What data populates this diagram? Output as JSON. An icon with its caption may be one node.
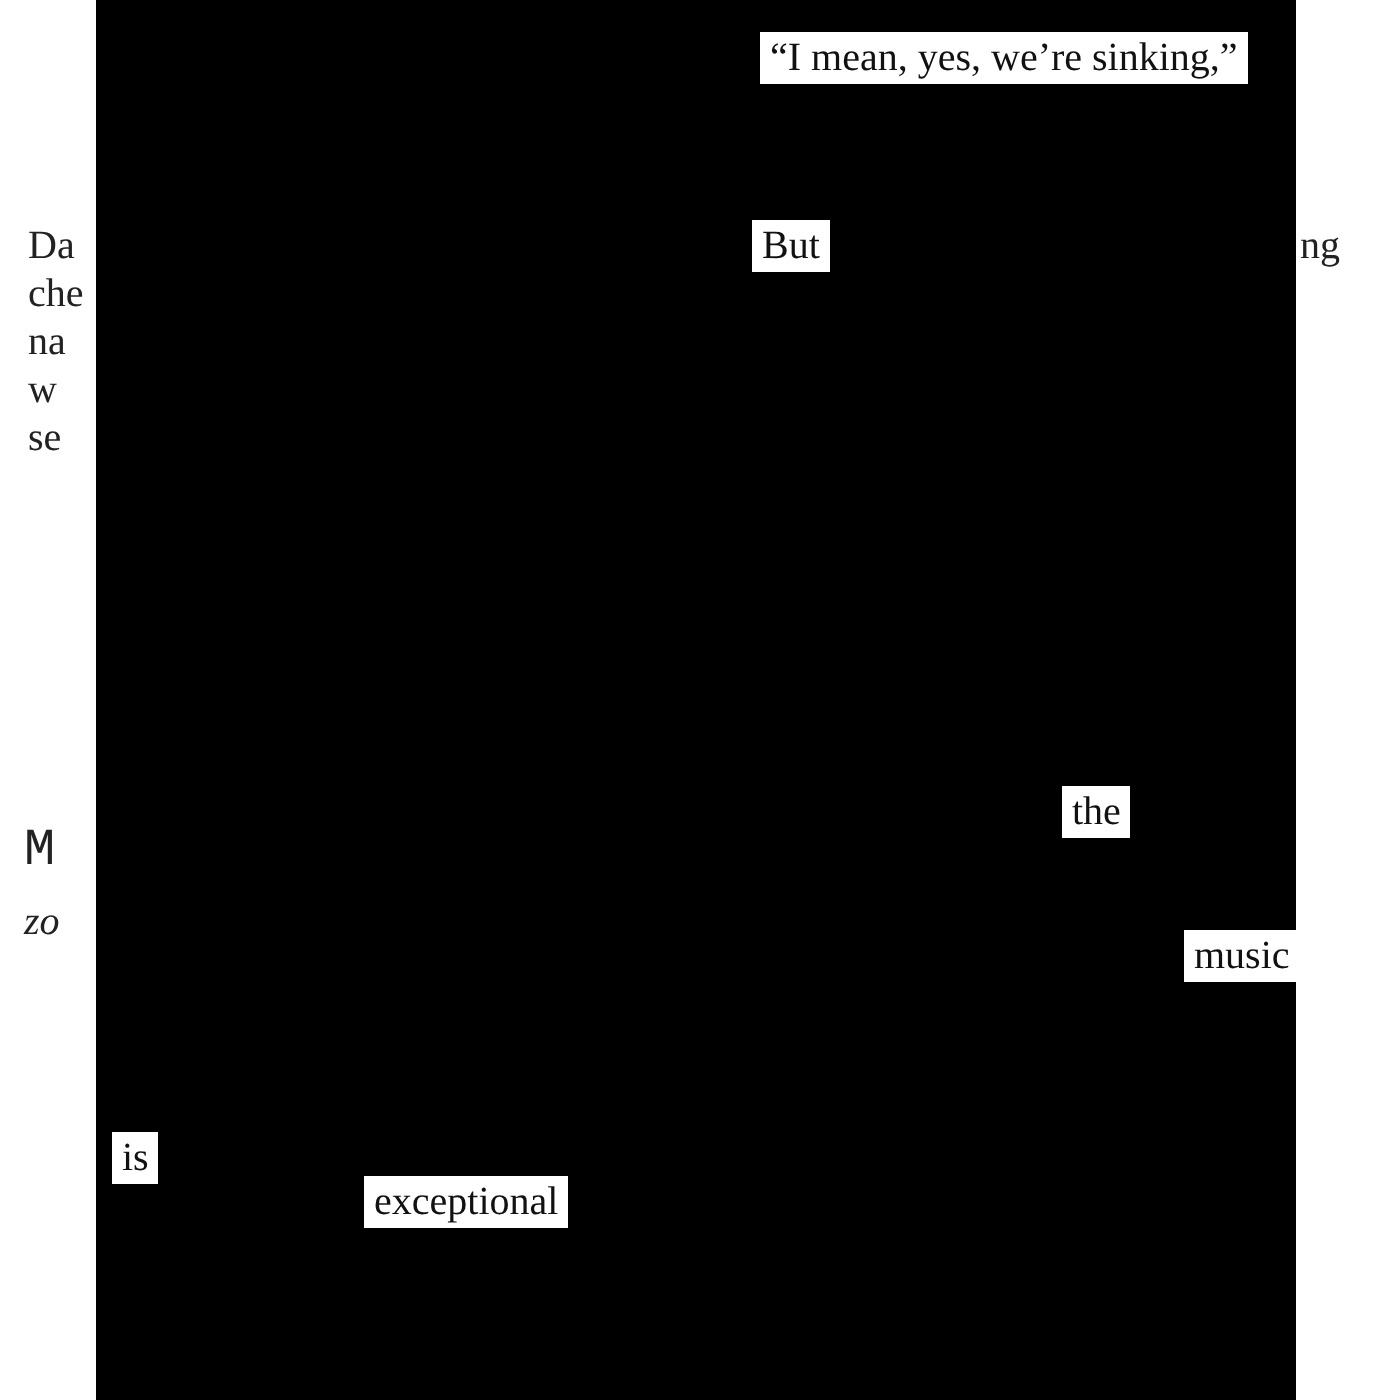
{
  "diagram": {
    "labels": [
      "“I mean, yes, we’re sinking,”",
      "Da",
      "But",
      "ng",
      "che",
      "na",
      "w",
      "se",
      "M",
      "zo",
      "the",
      "music",
      "is",
      "exceptional"
    ]
  }
}
